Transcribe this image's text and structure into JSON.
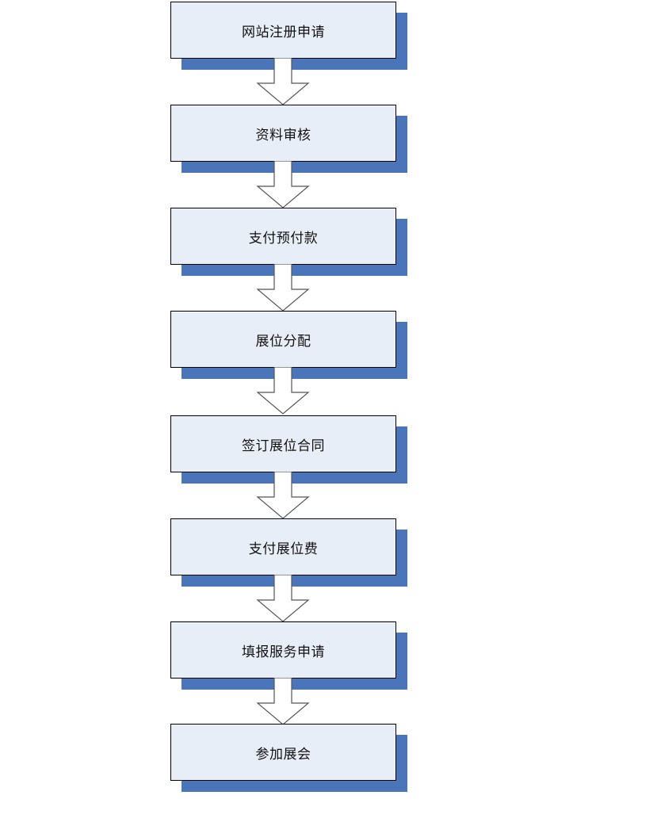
{
  "steps": [
    {
      "label": "网站注册申请"
    },
    {
      "label": "资料审核"
    },
    {
      "label": "支付预付款"
    },
    {
      "label": "展位分配"
    },
    {
      "label": "签订展位合同"
    },
    {
      "label": "支付展位费"
    },
    {
      "label": "填报服务申请"
    },
    {
      "label": "参加展会"
    }
  ],
  "colors": {
    "box_fill": "#e8eef8",
    "box_border": "#000000",
    "shadow": "#4a75b8",
    "arrow_fill": "#ffffff",
    "arrow_stroke": "#555555"
  }
}
